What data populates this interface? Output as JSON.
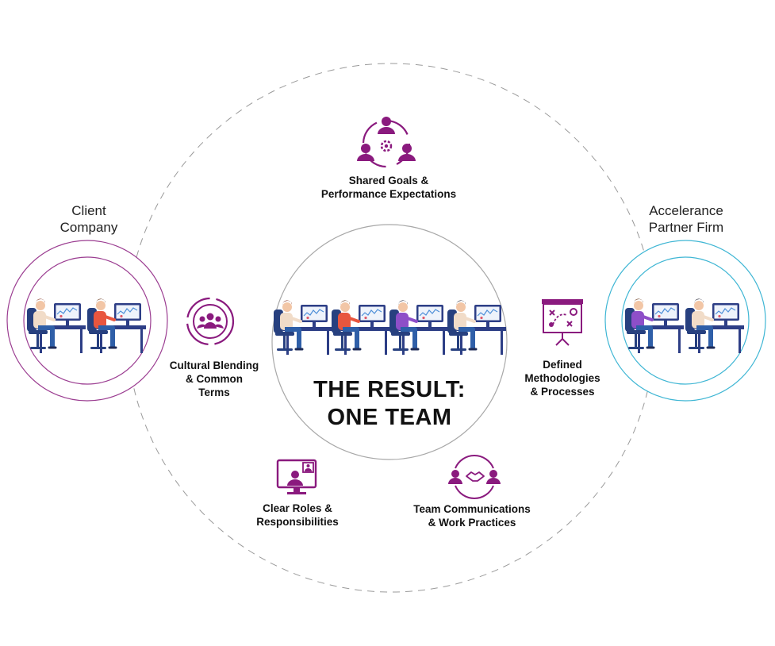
{
  "left_group": {
    "title_line1": "Client",
    "title_line2": "Company"
  },
  "right_group": {
    "title_line1": "Accelerance",
    "title_line2": "Partner Firm"
  },
  "center": {
    "line1": "THE RESULT:",
    "line2": "ONE TEAM"
  },
  "pillars": [
    {
      "line1": "Shared Goals &",
      "line2": "Performance Expectations",
      "icon": "team-gear-icon"
    },
    {
      "line1": "Cultural Blending",
      "line2": "& Common",
      "line3": "Terms",
      "icon": "group-circle-icon"
    },
    {
      "line1": "Defined",
      "line2": "Methodologies",
      "line3": "& Processes",
      "icon": "strategy-board-icon"
    },
    {
      "line1": "Clear Roles &",
      "line2": "Responsibilities",
      "icon": "video-call-icon"
    },
    {
      "line1": "Team Communications",
      "line2": "& Work Practices",
      "icon": "handshake-icon"
    }
  ],
  "colors": {
    "accent": "#8a1a7e",
    "client_ring": "#9b3d91",
    "partner_ring": "#3fb6d4",
    "dashed_ring": "#9a9a9a",
    "center_ring": "#a8a8a8",
    "desk": "#2d3e86",
    "chair": "#27407f"
  }
}
